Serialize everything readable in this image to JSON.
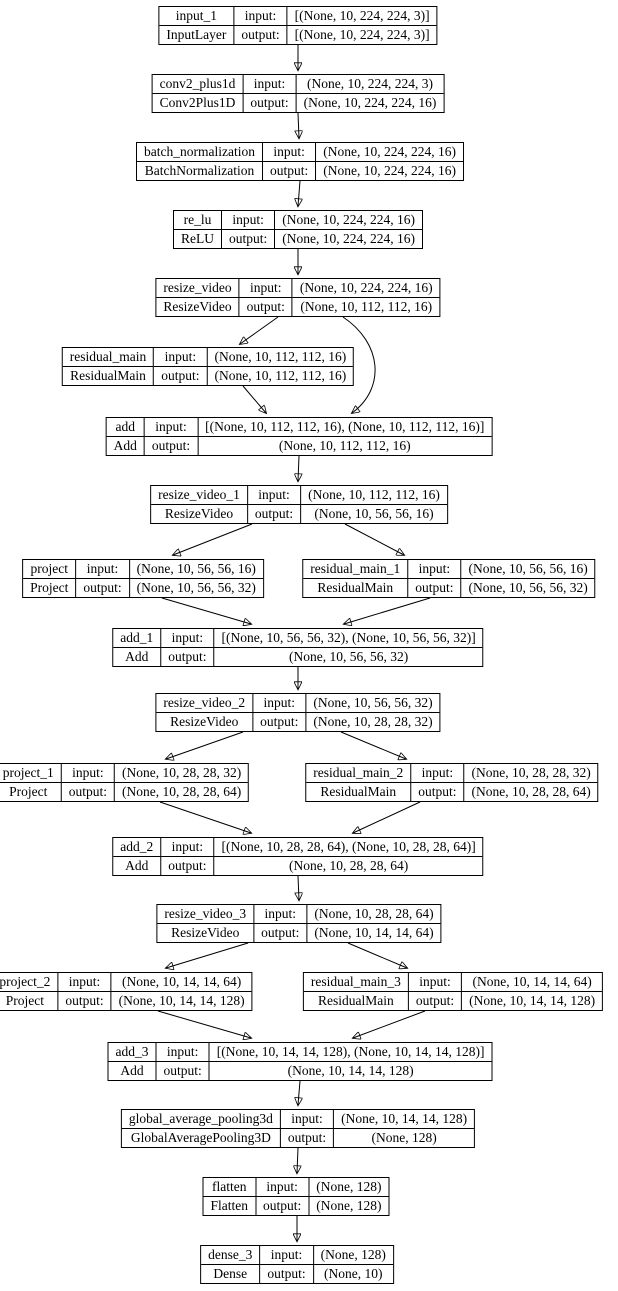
{
  "labels": {
    "input": "input:",
    "output": "output:"
  },
  "colors": {
    "background": "#ffffff",
    "node_border": "#000000",
    "text": "#000000",
    "edge": "#000000"
  },
  "nodes": [
    {
      "name": "input_1",
      "type": "InputLayer",
      "input": "[(None, 10, 224, 224, 3)]",
      "output": "[(None, 10, 224, 224, 3)]"
    },
    {
      "name": "conv2_plus1d",
      "type": "Conv2Plus1D",
      "input": "(None, 10, 224, 224, 3)",
      "output": "(None, 10, 224, 224, 16)"
    },
    {
      "name": "batch_normalization",
      "type": "BatchNormalization",
      "input": "(None, 10, 224, 224, 16)",
      "output": "(None, 10, 224, 224, 16)"
    },
    {
      "name": "re_lu",
      "type": "ReLU",
      "input": "(None, 10, 224, 224, 16)",
      "output": "(None, 10, 224, 224, 16)"
    },
    {
      "name": "resize_video",
      "type": "ResizeVideo",
      "input": "(None, 10, 224, 224, 16)",
      "output": "(None, 10, 112, 112, 16)"
    },
    {
      "name": "residual_main",
      "type": "ResidualMain",
      "input": "(None, 10, 112, 112, 16)",
      "output": "(None, 10, 112, 112, 16)"
    },
    {
      "name": "add",
      "type": "Add",
      "input": "[(None, 10, 112, 112, 16), (None, 10, 112, 112, 16)]",
      "output": "(None, 10, 112, 112, 16)"
    },
    {
      "name": "resize_video_1",
      "type": "ResizeVideo",
      "input": "(None, 10, 112, 112, 16)",
      "output": "(None, 10, 56, 56, 16)"
    },
    {
      "name": "project",
      "type": "Project",
      "input": "(None, 10, 56, 56, 16)",
      "output": "(None, 10, 56, 56, 32)"
    },
    {
      "name": "residual_main_1",
      "type": "ResidualMain",
      "input": "(None, 10, 56, 56, 16)",
      "output": "(None, 10, 56, 56, 32)"
    },
    {
      "name": "add_1",
      "type": "Add",
      "input": "[(None, 10, 56, 56, 32), (None, 10, 56, 56, 32)]",
      "output": "(None, 10, 56, 56, 32)"
    },
    {
      "name": "resize_video_2",
      "type": "ResizeVideo",
      "input": "(None, 10, 56, 56, 32)",
      "output": "(None, 10, 28, 28, 32)"
    },
    {
      "name": "project_1",
      "type": "Project",
      "input": "(None, 10, 28, 28, 32)",
      "output": "(None, 10, 28, 28, 64)"
    },
    {
      "name": "residual_main_2",
      "type": "ResidualMain",
      "input": "(None, 10, 28, 28, 32)",
      "output": "(None, 10, 28, 28, 64)"
    },
    {
      "name": "add_2",
      "type": "Add",
      "input": "[(None, 10, 28, 28, 64), (None, 10, 28, 28, 64)]",
      "output": "(None, 10, 28, 28, 64)"
    },
    {
      "name": "resize_video_3",
      "type": "ResizeVideo",
      "input": "(None, 10, 28, 28, 64)",
      "output": "(None, 10, 14, 14, 64)"
    },
    {
      "name": "project_2",
      "type": "Project",
      "input": "(None, 10, 14, 14, 64)",
      "output": "(None, 10, 14, 14, 128)"
    },
    {
      "name": "residual_main_3",
      "type": "ResidualMain",
      "input": "(None, 10, 14, 14, 64)",
      "output": "(None, 10, 14, 14, 128)"
    },
    {
      "name": "add_3",
      "type": "Add",
      "input": "[(None, 10, 14, 14, 128), (None, 10, 14, 14, 128)]",
      "output": "(None, 10, 14, 14, 128)"
    },
    {
      "name": "global_average_pooling3d",
      "type": "GlobalAveragePooling3D",
      "input": "(None, 10, 14, 14, 128)",
      "output": "(None, 128)"
    },
    {
      "name": "flatten",
      "type": "Flatten",
      "input": "(None, 128)",
      "output": "(None, 128)"
    },
    {
      "name": "dense_3",
      "type": "Dense",
      "input": "(None, 128)",
      "output": "(None, 10)"
    }
  ],
  "edges": [
    {
      "from": "input_1",
      "to": "conv2_plus1d"
    },
    {
      "from": "conv2_plus1d",
      "to": "batch_normalization"
    },
    {
      "from": "batch_normalization",
      "to": "re_lu"
    },
    {
      "from": "re_lu",
      "to": "resize_video"
    },
    {
      "from": "resize_video",
      "to": "residual_main"
    },
    {
      "from": "resize_video",
      "to": "add"
    },
    {
      "from": "residual_main",
      "to": "add"
    },
    {
      "from": "add",
      "to": "resize_video_1"
    },
    {
      "from": "resize_video_1",
      "to": "project"
    },
    {
      "from": "resize_video_1",
      "to": "residual_main_1"
    },
    {
      "from": "project",
      "to": "add_1"
    },
    {
      "from": "residual_main_1",
      "to": "add_1"
    },
    {
      "from": "add_1",
      "to": "resize_video_2"
    },
    {
      "from": "resize_video_2",
      "to": "project_1"
    },
    {
      "from": "resize_video_2",
      "to": "residual_main_2"
    },
    {
      "from": "project_1",
      "to": "add_2"
    },
    {
      "from": "residual_main_2",
      "to": "add_2"
    },
    {
      "from": "add_2",
      "to": "resize_video_3"
    },
    {
      "from": "resize_video_3",
      "to": "project_2"
    },
    {
      "from": "resize_video_3",
      "to": "residual_main_3"
    },
    {
      "from": "project_2",
      "to": "add_3"
    },
    {
      "from": "residual_main_3",
      "to": "add_3"
    },
    {
      "from": "add_3",
      "to": "global_average_pooling3d"
    },
    {
      "from": "global_average_pooling3d",
      "to": "flatten"
    },
    {
      "from": "flatten",
      "to": "dense_3"
    }
  ]
}
